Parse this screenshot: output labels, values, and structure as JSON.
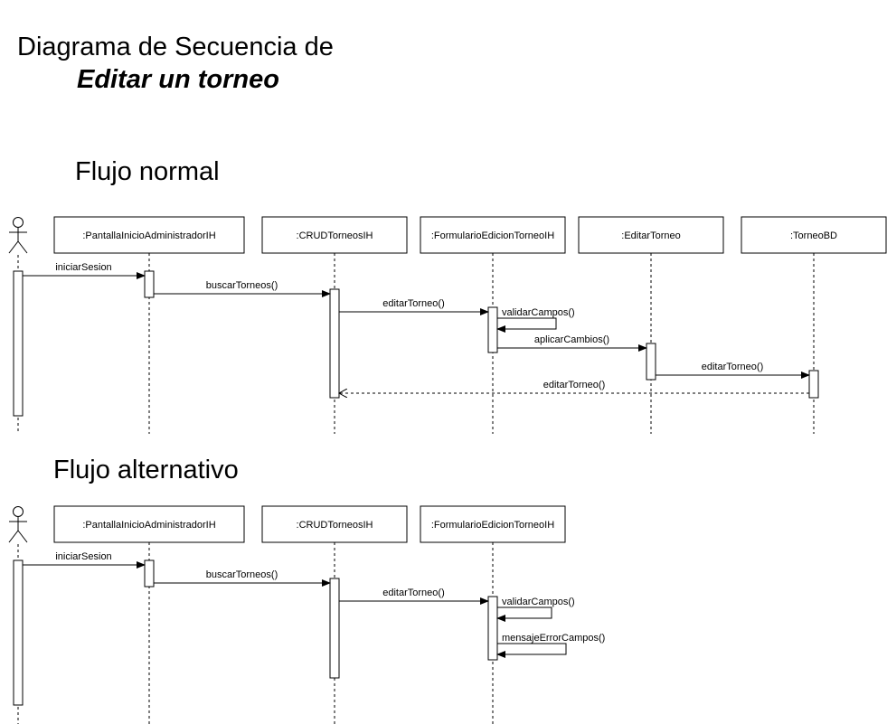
{
  "title": {
    "line1": "Diagrama de Secuencia de",
    "line2": "Editar un torneo"
  },
  "flows": [
    {
      "id": "normal",
      "title": "Flujo normal",
      "lifelines": [
        ":PantallaInicioAdministradorIH",
        ":CRUDTorneosIH",
        ":FormularioEdicionTorneoIH",
        ":EditarTorneo",
        ":TorneoBD"
      ],
      "messages": [
        "iniciarSesion",
        "buscarTorneos()",
        "editarTorneo()",
        "validarCampos()",
        "aplicarCambios()",
        "editarTorneo()",
        "editarTorneo()"
      ]
    },
    {
      "id": "alt",
      "title": "Flujo alternativo",
      "lifelines": [
        ":PantallaInicioAdministradorIH",
        ":CRUDTorneosIH",
        ":FormularioEdicionTorneoIH"
      ],
      "messages": [
        "iniciarSesion",
        "buscarTorneos()",
        "editarTorneo()",
        "validarCampos()",
        "mensajeErrorCampos()"
      ]
    }
  ]
}
